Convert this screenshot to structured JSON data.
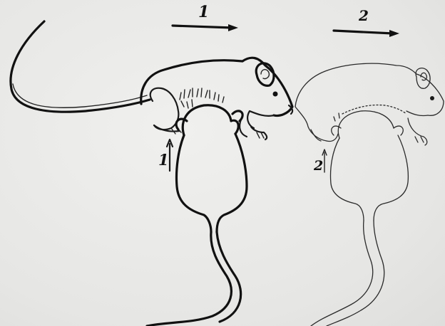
{
  "figure": {
    "labels": {
      "top_left": "1",
      "top_right": "2",
      "side_left": "1",
      "side_right": "2"
    },
    "icons": [
      "arrow-right-icon",
      "arrow-up-icon",
      "rat-figure"
    ],
    "colors": {
      "ink": "#111111",
      "paper": "#e9e9e7"
    }
  }
}
